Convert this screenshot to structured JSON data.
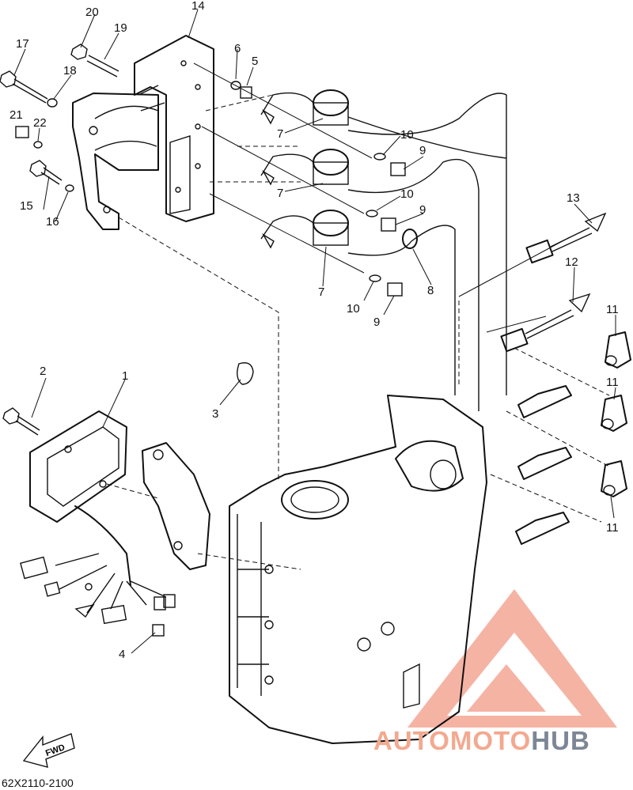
{
  "diagram": {
    "callouts": [
      {
        "id": "20",
        "label": "20"
      },
      {
        "id": "19",
        "label": "19"
      },
      {
        "id": "14",
        "label": "14"
      },
      {
        "id": "17",
        "label": "17"
      },
      {
        "id": "6",
        "label": "6"
      },
      {
        "id": "5",
        "label": "5"
      },
      {
        "id": "18",
        "label": "18"
      },
      {
        "id": "21",
        "label": "21"
      },
      {
        "id": "22",
        "label": "22"
      },
      {
        "id": "7a",
        "label": "7"
      },
      {
        "id": "10a",
        "label": "10"
      },
      {
        "id": "9a",
        "label": "9"
      },
      {
        "id": "15",
        "label": "15"
      },
      {
        "id": "16",
        "label": "16"
      },
      {
        "id": "7b",
        "label": "7"
      },
      {
        "id": "10b",
        "label": "10"
      },
      {
        "id": "9b",
        "label": "9"
      },
      {
        "id": "13",
        "label": "13"
      },
      {
        "id": "12",
        "label": "12"
      },
      {
        "id": "8",
        "label": "8"
      },
      {
        "id": "7c",
        "label": "7"
      },
      {
        "id": "10c",
        "label": "10"
      },
      {
        "id": "9c",
        "label": "9"
      },
      {
        "id": "11a",
        "label": "11"
      },
      {
        "id": "11b",
        "label": "11"
      },
      {
        "id": "11c",
        "label": "11"
      },
      {
        "id": "2",
        "label": "2"
      },
      {
        "id": "1",
        "label": "1"
      },
      {
        "id": "3",
        "label": "3"
      },
      {
        "id": "4",
        "label": "4"
      }
    ],
    "fwd_label": "FWD",
    "drawing_code": "62X2110-2100"
  },
  "watermark": {
    "part1": "AUTOMOTO",
    "part2": "HUB",
    "color_primary": "#f3a98f",
    "color_secondary": "#7c8795"
  }
}
